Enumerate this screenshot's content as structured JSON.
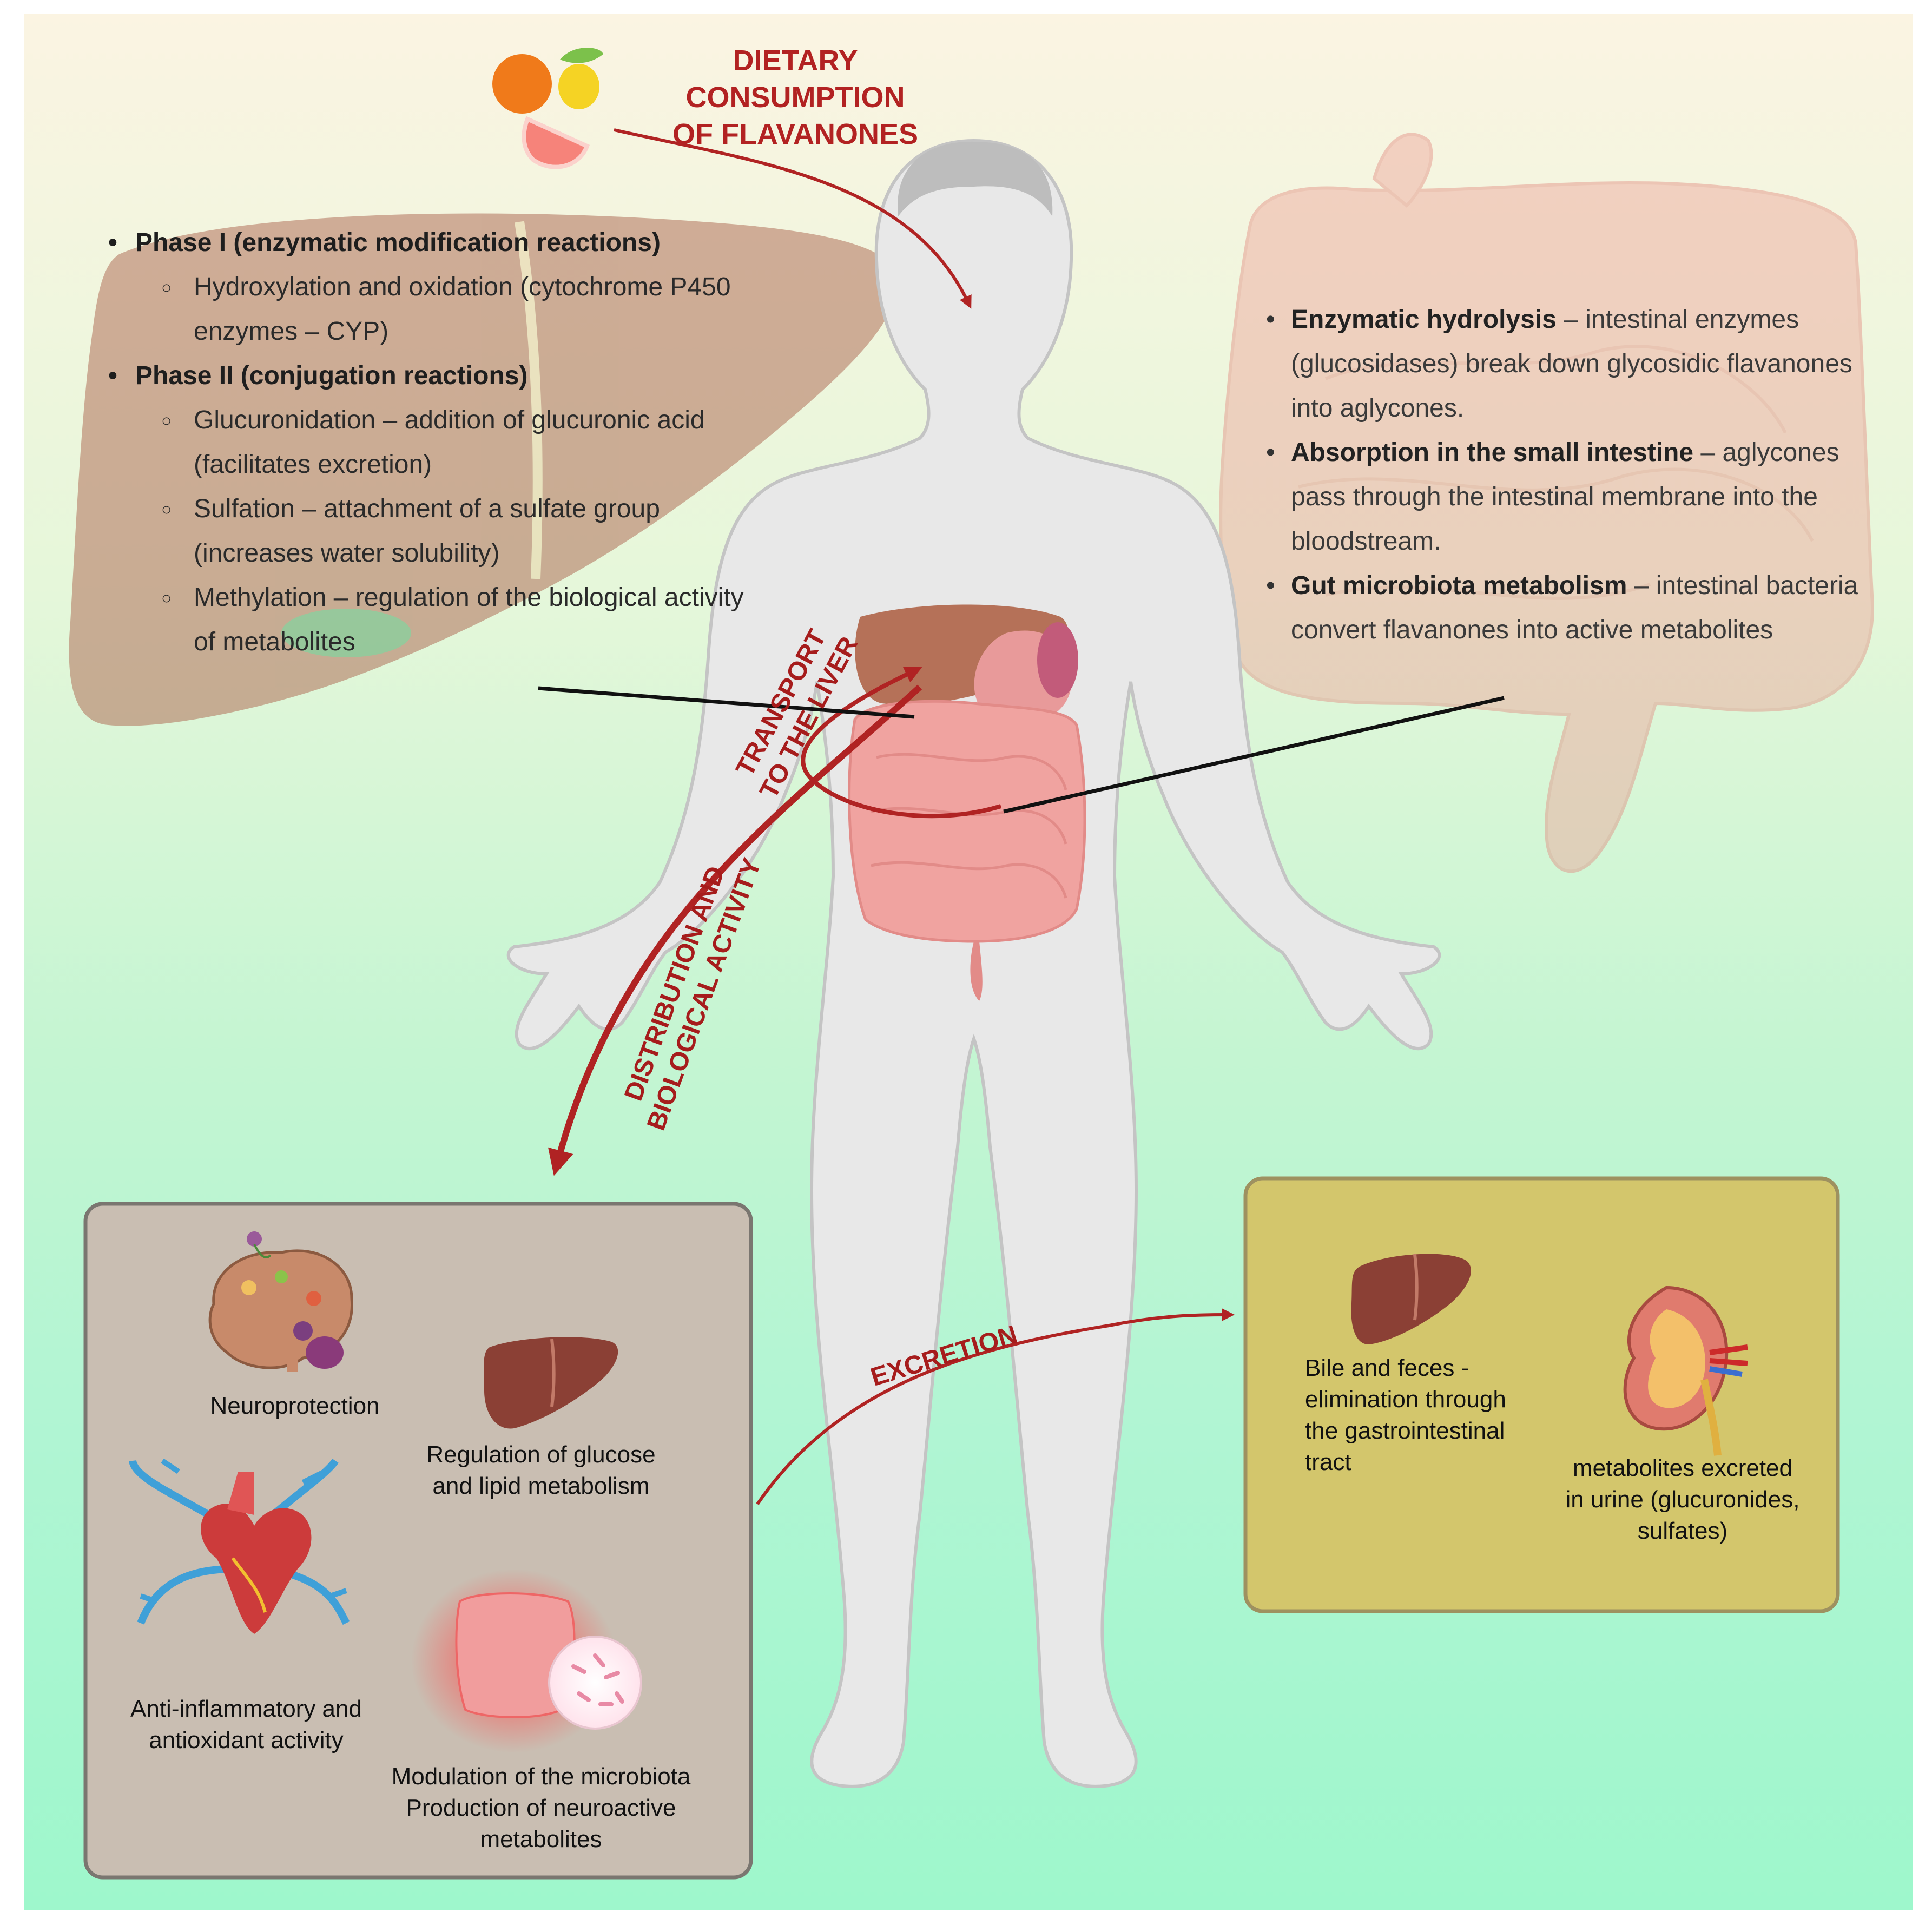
{
  "title": "DIETARY\nCONSUMPTION\nOF FLAVANONES",
  "liver_section": {
    "phase1": {
      "heading": "Phase I (enzymatic modification reactions)",
      "items": [
        "Hydroxylation and oxidation (cytochrome P450 enzymes – CYP)"
      ]
    },
    "phase2": {
      "heading": "Phase II (conjugation reactions)",
      "items": [
        "Glucuronidation – addition of glucuronic acid (facilitates excretion)",
        "Sulfation – attachment of a sulfate group (increases water solubility)",
        "Methylation – regulation of the biological activity of metabolites"
      ]
    }
  },
  "intestine_section": {
    "items": [
      {
        "bold": "Enzymatic hydrolysis",
        "text": " – intestinal enzymes (glucosidases) break down glycosidic flavanones into aglycones."
      },
      {
        "bold": "Absorption in the small intestine",
        "text": " – aglycones pass through the intestinal membrane into the bloodstream."
      },
      {
        "bold": "Gut microbiota metabolism",
        "text": " – intestinal bacteria convert flavanones into active metabolites"
      }
    ]
  },
  "arrows": {
    "transport": "TRANSPORT\nTO THE LIVER",
    "distribution": "DISTRIBUTION AND\nBIOLOGICAL ACTIVITY",
    "excretion": "EXCRETION"
  },
  "bioactivity_box": {
    "items": [
      "Neuroprotection",
      "Regulation of glucose\nand lipid metabolism",
      "Anti-inflammatory and\nantioxidant activity",
      "Modulation of the microbiota\nProduction of neuroactive\nmetabolites"
    ]
  },
  "excretion_box": {
    "items": [
      "Bile and feces -\nelimination through\nthe gastrointestinal\ntract",
      "metabolites excreted\nin urine (glucuronides,\nsulfates)"
    ]
  },
  "colors": {
    "arrow_red": "#b02323",
    "bioactivity_box_fill": "#c9beb2",
    "excretion_box_fill": "#d3c66c",
    "liver": "#a9654a",
    "intestine": "#f0a0a0"
  },
  "icons": [
    "fruit-icon",
    "brain-icon",
    "liver-icon",
    "heart-icon",
    "microbiota-icon",
    "kidney-icon",
    "human-body-illustration"
  ]
}
